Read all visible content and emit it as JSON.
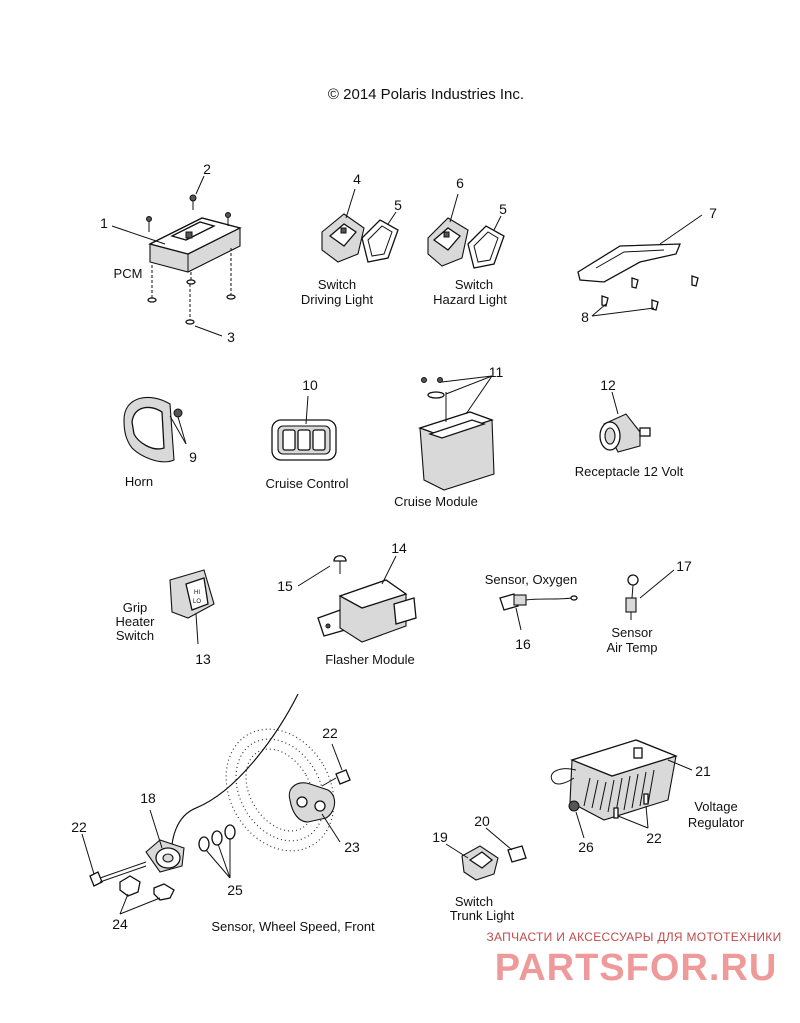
{
  "copyright": "© 2014 Polaris Industries Inc.",
  "watermark": {
    "tagline": "ЗАПЧАСТИ И АКСЕССУАРЫ ДЛЯ МОТОТЕХНИКИ",
    "brand": "PARTSFOR.RU",
    "color": "#e57373"
  },
  "callouts": {
    "n1": "1",
    "n2": "2",
    "n3": "3",
    "n4": "4",
    "n5a": "5",
    "n5b": "5",
    "n6": "6",
    "n7": "7",
    "n8": "8",
    "n9": "9",
    "n10": "10",
    "n11": "11",
    "n12": "12",
    "n13": "13",
    "n14": "14",
    "n15": "15",
    "n16": "16",
    "n17": "17",
    "n18": "18",
    "n19": "19",
    "n20": "20",
    "n21": "21",
    "n22a": "22",
    "n22b": "22",
    "n22c": "22",
    "n23": "23",
    "n24": "24",
    "n25": "25",
    "n26": "26"
  },
  "labels": {
    "pcm": "PCM",
    "switch_driving_1": "Switch",
    "switch_driving_2": "Driving Light",
    "switch_hazard_1": "Switch",
    "switch_hazard_2": "Hazard Light",
    "horn": "Horn",
    "cruise_control": "Cruise Control",
    "cruise_module": "Cruise Module",
    "receptacle": "Receptacle 12 Volt",
    "grip_1": "Grip",
    "grip_2": "Heater",
    "grip_3": "Switch",
    "flasher": "Flasher Module",
    "sensor_oxygen": "Sensor, Oxygen",
    "sensor_air_1": "Sensor",
    "sensor_air_2": "Air Temp",
    "voltage_1": "Voltage",
    "voltage_2": "Regulator",
    "trunk_1": "Switch",
    "trunk_2": "Trunk Light",
    "wheel_speed": "Sensor, Wheel Speed, Front"
  }
}
